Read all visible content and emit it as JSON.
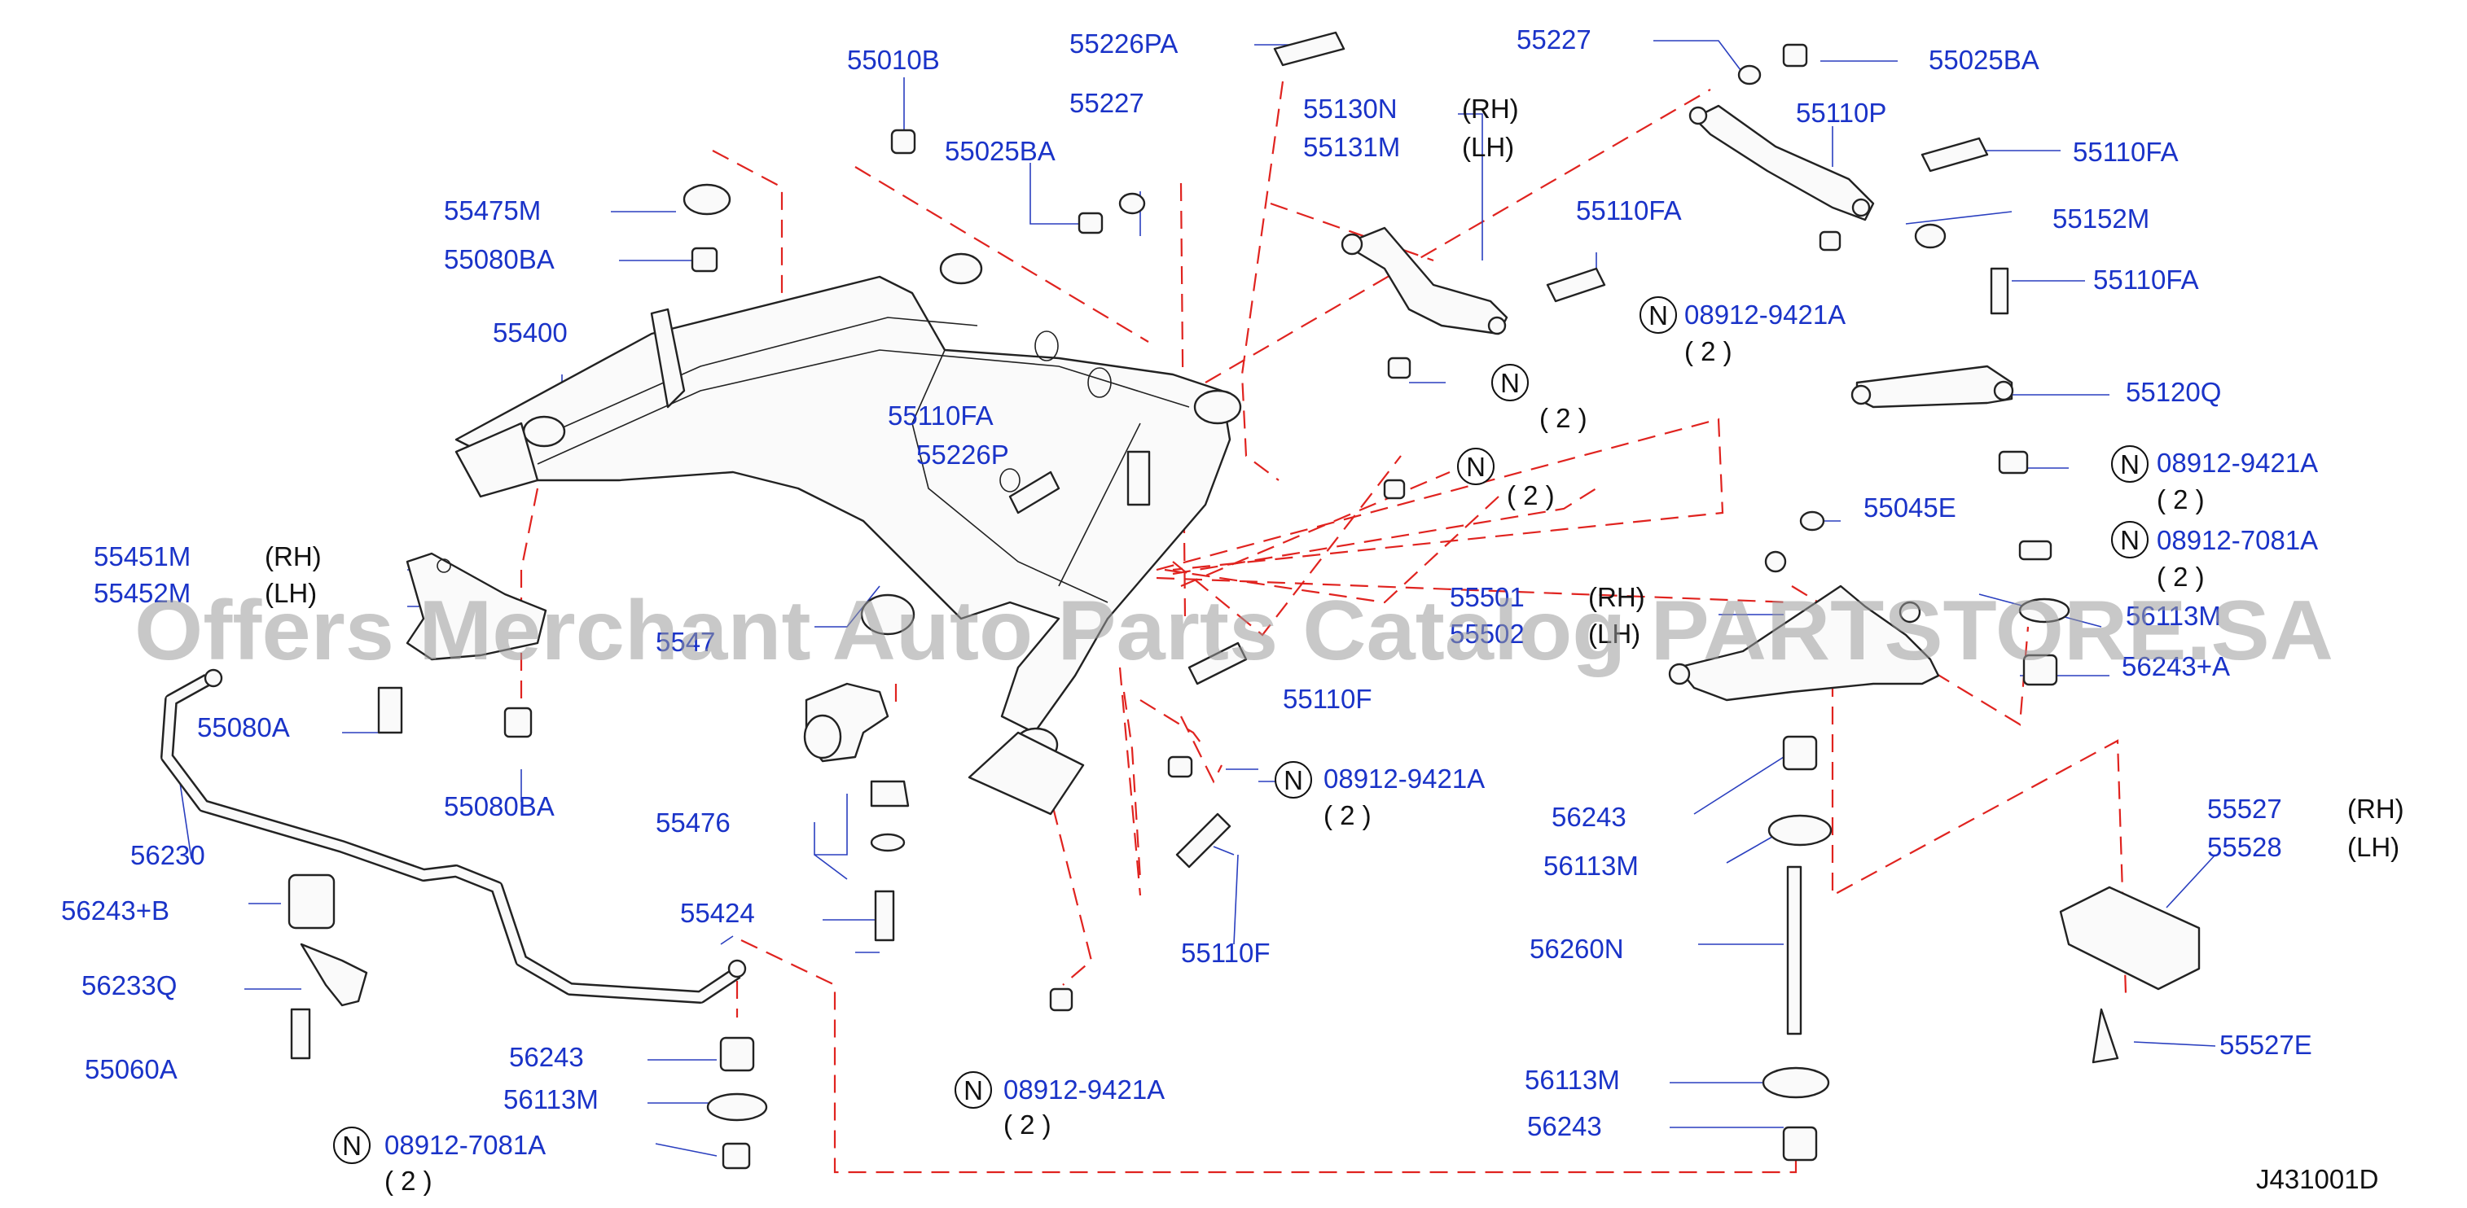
{
  "diagram": {
    "code": "J431001D",
    "watermark": "Offers Merchant Auto Parts Catalog PARTSTORE.SA",
    "n_symbol": "N",
    "labels": {
      "p55010B": "55010B",
      "p55226PA": "55226PA",
      "p55227_a": "55227",
      "p55025BA_a": "55025BA",
      "p55227_b": "55227",
      "p55025BA_b": "55025BA",
      "p55130N": "55130N",
      "rh_1": "(RH)",
      "p55131M": "55131M",
      "lh_1": "(LH)",
      "p55110P": "55110P",
      "p55110FA_1": "55110FA",
      "p55110FA_2": "55110FA",
      "p55152M": "55152M",
      "p55110FA_3": "55110FA",
      "p08912_9421A_1": "08912-9421A",
      "qty2_1": "( 2 )",
      "p55120Q": "55120Q",
      "qty2_n1": "( 2 )",
      "p08912_9421A_2": "08912-9421A",
      "qty2_2": "( 2 )",
      "p55475M": "55475M",
      "p55080BA_1": "55080BA",
      "p55400": "55400",
      "p55110FA_4": "55110FA",
      "p55226P": "55226P",
      "qty2_n2": "( 2 )",
      "p55045E": "55045E",
      "p08912_7081A_1": "08912-7081A",
      "qty2_3": "( 2 )",
      "p55451M": "55451M",
      "rh_2": "(RH)",
      "p55452M": "55452M",
      "lh_2": "(LH)",
      "p55501": "55501",
      "rh_3": "(RH)",
      "p55502": "55502",
      "lh_3": "(LH)",
      "p56113M_a": "56113M",
      "p5547x": "5547",
      "p56243A": "56243+A",
      "p55110F_1": "55110F",
      "p55080A": "55080A",
      "p55080BA_2": "55080BA",
      "p08912_9421A_3": "08912-9421A",
      "qty2_4": "( 2 )",
      "p56243_a": "56243",
      "p56113M_b": "56113M",
      "p55527": "55527",
      "rh_4": "(RH)",
      "p55528": "55528",
      "lh_4": "(LH)",
      "p56230": "56230",
      "p55476": "55476",
      "p56243B": "56243+B",
      "p55424": "55424",
      "p55110F_2": "55110F",
      "p56260N": "56260N",
      "p56233Q": "56233Q",
      "p55060A": "55060A",
      "p55527E": "55527E",
      "p56243_b": "56243",
      "p56113M_c": "56113M",
      "p08912_9421A_4": "08912-9421A",
      "qty2_5": "( 2 )",
      "p56113M_d": "56113M",
      "p56243_c": "56243",
      "p08912_7081A_2": "08912-7081A",
      "qty2_6": "( 2 )"
    }
  }
}
